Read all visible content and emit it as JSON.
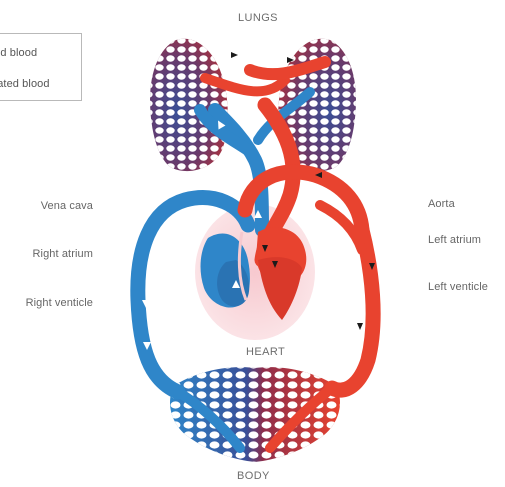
{
  "legend": {
    "oxygenated": "ted blood",
    "deoxygenated": "nated blood"
  },
  "labels": {
    "lungs": "LUNGS",
    "heart": "HEART",
    "body": "BODY",
    "vena_cava": "Vena cava",
    "right_atrium": "Right atrium",
    "right_ventricle": "Right venticle",
    "aorta": "Aorta",
    "left_atrium": "Left atrium",
    "left_ventricle": "Left venticle"
  },
  "colors": {
    "oxygenated": "#e8432f",
    "deoxygenated": "#2f86c9",
    "capillary_red": "#9b2b3a",
    "capillary_blue": "#35509a",
    "heart_glow": "#f7c9cf",
    "text": "#666666"
  }
}
